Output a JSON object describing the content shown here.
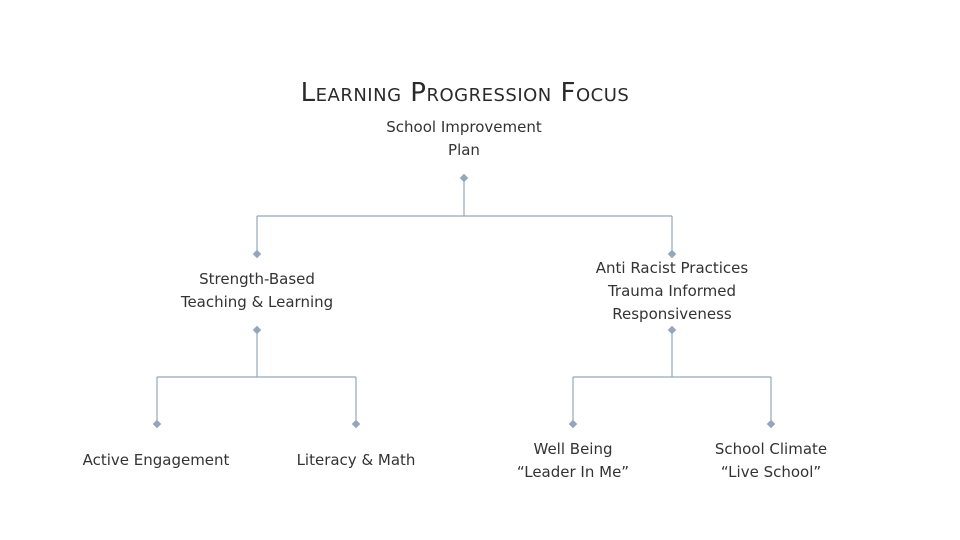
{
  "title": "Learning Progression Focus",
  "colors": {
    "connector": "#93a6bc",
    "text": "#333333"
  },
  "nodes": {
    "root": {
      "line1": "School Improvement",
      "line2": "Plan"
    },
    "strength": {
      "line1": "Strength-Based",
      "line2": "Teaching & Learning"
    },
    "antiracist": {
      "line1": "Anti Racist Practices",
      "line2": "Trauma Informed",
      "line3": "Responsiveness"
    },
    "active": {
      "line1": "Active Engagement"
    },
    "literacy": {
      "line1": "Literacy & Math"
    },
    "wellbeing": {
      "line1": "Well Being",
      "line2": "“Leader In Me”"
    },
    "climate": {
      "line1": "School Climate",
      "line2": "“Live School”"
    }
  }
}
